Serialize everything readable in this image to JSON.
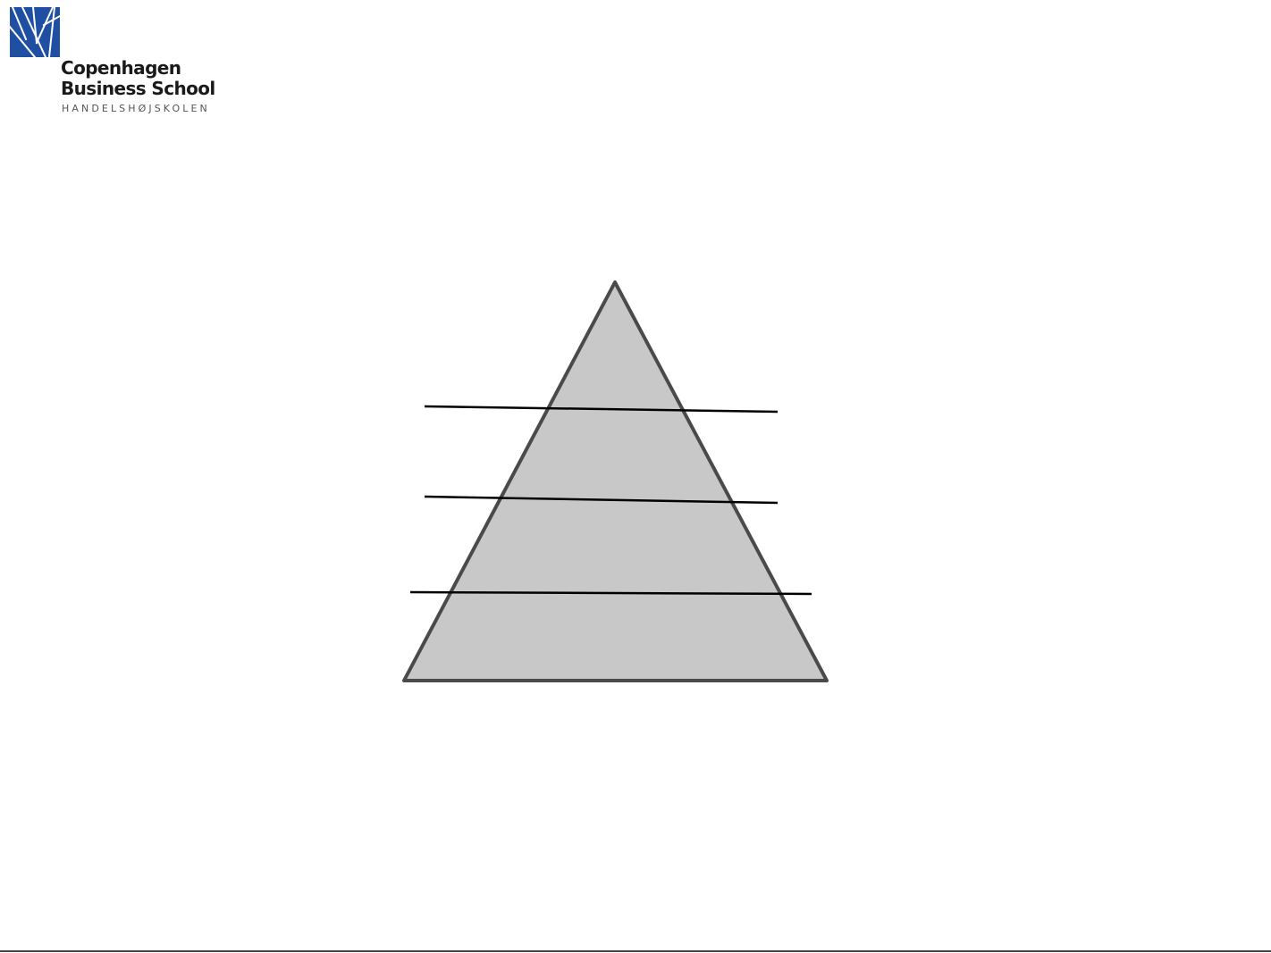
{
  "logo": {
    "line1": "Copenhagen",
    "line2": "Business School",
    "line3": "HANDELSHØJSKOLEN",
    "mark_color": "#1f4fa3"
  },
  "diagram": {
    "shape": "pyramid",
    "levels": 4,
    "fill_color": "#c8c8c8",
    "outline_color": "#4a4a4a",
    "divider_color": "#000000"
  }
}
